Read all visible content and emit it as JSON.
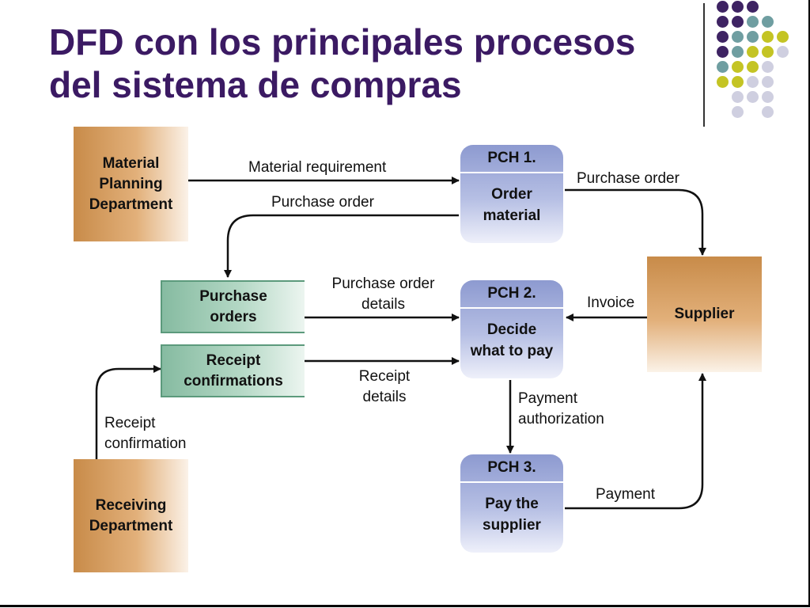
{
  "slide": {
    "title_line1": "DFD con los principales procesos",
    "title_line2": "del sistema de compras",
    "accent_colors": {
      "title": "#3b1a63",
      "dot_purple": "#3e2363",
      "dot_teal": "#6f9ea1",
      "dot_yellow": "#c4c424",
      "dot_lavender": "#cfcfe0"
    }
  },
  "diagram": {
    "entities": {
      "material_planning": [
        "Material",
        "Planning",
        "Department"
      ],
      "receiving": [
        "Receiving",
        "Department"
      ],
      "supplier": [
        "Supplier"
      ]
    },
    "data_stores": {
      "purchase_orders": [
        "Purchase",
        "orders"
      ],
      "receipt_confirmations": [
        "Receipt",
        "confirmations"
      ]
    },
    "processes": {
      "pch1": {
        "id": "PCH 1.",
        "name": [
          "Order",
          "material"
        ]
      },
      "pch2": {
        "id": "PCH 2.",
        "name": [
          "Decide",
          "what to pay"
        ]
      },
      "pch3": {
        "id": "PCH 3.",
        "name": [
          "Pay the",
          "supplier"
        ]
      }
    },
    "flows": {
      "material_requirement": [
        "Material requirement"
      ],
      "purchase_order_to_store": [
        "Purchase order"
      ],
      "purchase_order_to_supplier": [
        "Purchase order"
      ],
      "purchase_order_details": [
        "Purchase order",
        "details"
      ],
      "invoice": [
        "Invoice"
      ],
      "receipt_details": [
        "Receipt",
        "details"
      ],
      "receipt_confirmation": [
        "Receipt",
        "confirmation"
      ],
      "payment_authorization": [
        "Payment",
        "authorization"
      ],
      "payment": [
        "Payment"
      ]
    }
  }
}
